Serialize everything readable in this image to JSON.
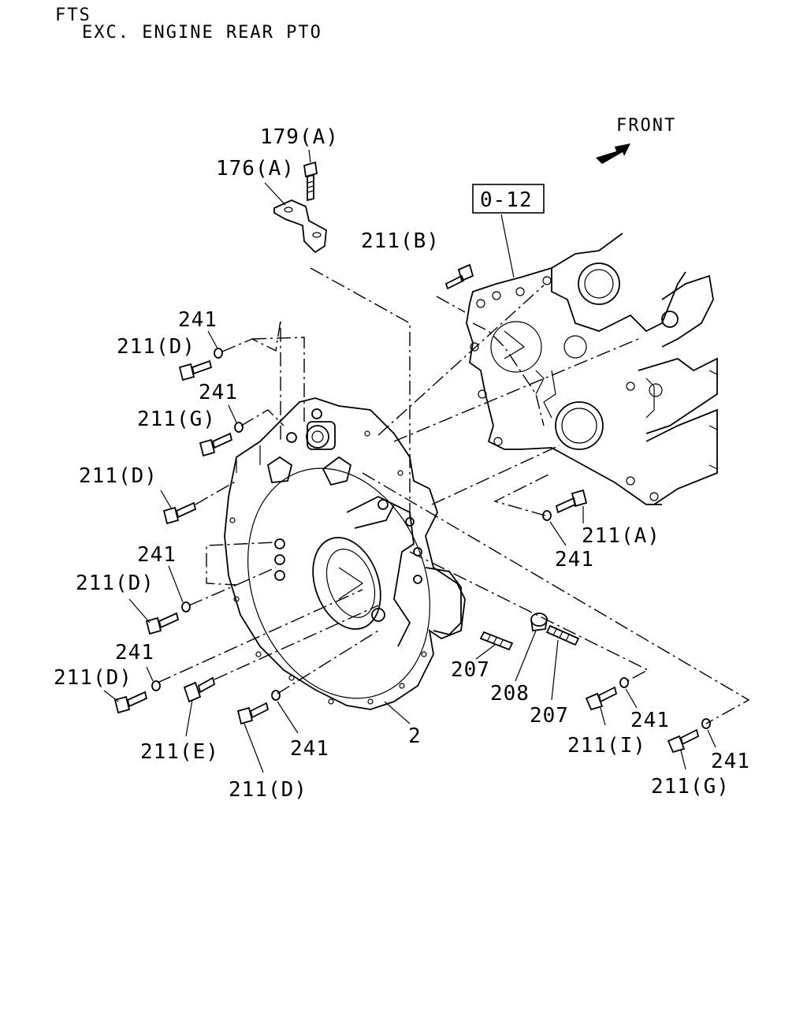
{
  "header": {
    "line1": "FTS",
    "line2": "EXC. ENGINE REAR PTO"
  },
  "direction": {
    "label": "FRONT"
  },
  "reference_box": {
    "label": "0-12"
  },
  "callouts": [
    {
      "id": "c179a",
      "text": "179(A)"
    },
    {
      "id": "c176a",
      "text": "176(A)"
    },
    {
      "id": "c211b",
      "text": "211(B)"
    },
    {
      "id": "c241a",
      "text": "241"
    },
    {
      "id": "c211d1",
      "text": "211(D)"
    },
    {
      "id": "c241b",
      "text": "241"
    },
    {
      "id": "c211g1",
      "text": "211(G)"
    },
    {
      "id": "c211d2",
      "text": "211(D)"
    },
    {
      "id": "c241c",
      "text": "241"
    },
    {
      "id": "c211d3",
      "text": "211(D)"
    },
    {
      "id": "c241d",
      "text": "241"
    },
    {
      "id": "c211d4",
      "text": "211(D)"
    },
    {
      "id": "c211e",
      "text": "211(E)"
    },
    {
      "id": "c241e",
      "text": "241"
    },
    {
      "id": "c211d5",
      "text": "211(D)"
    },
    {
      "id": "c2",
      "text": "2"
    },
    {
      "id": "c207a",
      "text": "207"
    },
    {
      "id": "c208",
      "text": "208"
    },
    {
      "id": "c207b",
      "text": "207"
    },
    {
      "id": "c241f",
      "text": "241"
    },
    {
      "id": "c211i",
      "text": "211(I)"
    },
    {
      "id": "c241g",
      "text": "241"
    },
    {
      "id": "c211g2",
      "text": "211(G)"
    },
    {
      "id": "c211a",
      "text": "211(A)"
    },
    {
      "id": "c241h",
      "text": "241"
    }
  ]
}
